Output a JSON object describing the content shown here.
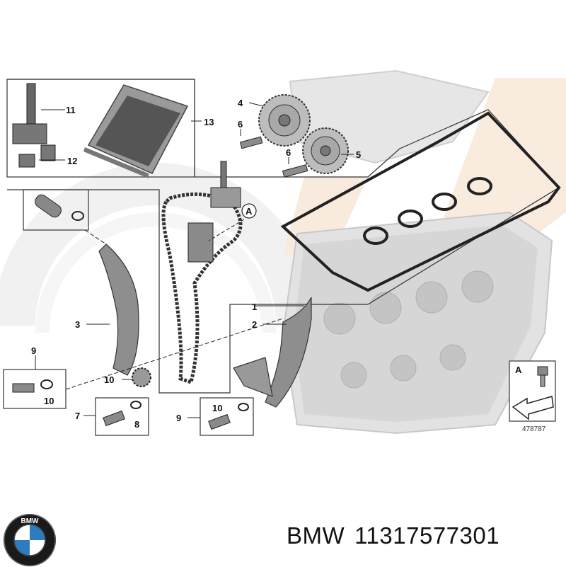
{
  "diagram": {
    "callouts": {
      "c1": "1",
      "c2": "2",
      "c3": "3",
      "c4": "4",
      "c5": "5",
      "c6a": "6",
      "c6b": "6",
      "c7": "7",
      "c8": "8",
      "c9a": "9",
      "c9b": "9",
      "c10a": "10",
      "c10b": "10",
      "c10c": "10",
      "c11": "11",
      "c12": "12",
      "c13": "13",
      "detailA": "A",
      "detailA_box": "A"
    },
    "figure_number": "478787"
  },
  "caption": {
    "brand": "BMW",
    "part_number": "11317577301"
  },
  "logo": {
    "letters": "BMW"
  },
  "colors": {
    "lines": "#222222",
    "watermark": "#f5e3cf",
    "parts": "#8a8a8a",
    "engine": "#d8d8d8"
  }
}
